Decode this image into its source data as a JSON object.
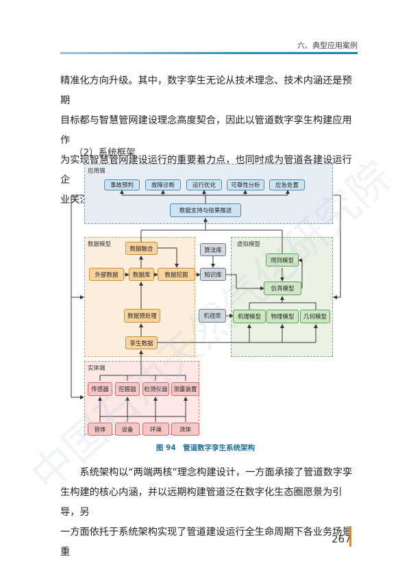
{
  "header": {
    "title": "六、典型应用案例",
    "rule_color": "#2f8fb8"
  },
  "paragraph1": "精准化方向升级。其中，数字孪生无论从技术理念、技术内涵还是预期\n目标都与智慧管网建设理念高度契合，因此以管道数字孪生构建应用作\n为实现智慧管网建设运行的重要着力点，也同时成为管道各建设运行企\n业关注焦点。",
  "section_heading": "（2）系统框架",
  "diagram": {
    "regions": {
      "app": "应用端",
      "data": "数据模型",
      "virtual": "虚拟模型",
      "entity": "实体端"
    },
    "app_nodes": [
      "事故预判",
      "故障诊断",
      "运行优化",
      "可靠性分析",
      "应急处置"
    ],
    "support_node": "数据支持与结果推送",
    "data_nodes": {
      "fusion": "数据融合",
      "external": "外部数据",
      "database": "数据库",
      "mining": "数据挖掘",
      "preprocess": "数据预处理",
      "twin_data": "孪生数据"
    },
    "middle_nodes": {
      "algorithm": "算法库",
      "knowledge": "知识库",
      "mechanism": "机理库"
    },
    "virtual_nodes": {
      "rule": "规则模型",
      "simulation": "仿真模型",
      "mechanism_model": "机理模型",
      "physical_model": "物理模型",
      "geometry_model": "几何模型"
    },
    "entity_nodes_top": [
      "传感器",
      "挖掘器",
      "检测仪器",
      "测量装置"
    ],
    "entity_nodes_bottom": [
      "管体",
      "设备",
      "环境",
      "流体"
    ]
  },
  "figure_caption": "图 94　管道数字孪生系统架构",
  "paragraph2": "　　系统架构以“两端两核”理念构建设计，一方面承接了管道数字孪\n生构建的核心内涵，并以远期构建管道泛在数字化生态圈愿景为引导，另\n一方面依托于系统架构实现了管道建设运行全生命周期下各业务场景重",
  "page_number": "267",
  "accent_color": "#e0883a",
  "watermark_text": "中国石油天然气化研究院"
}
